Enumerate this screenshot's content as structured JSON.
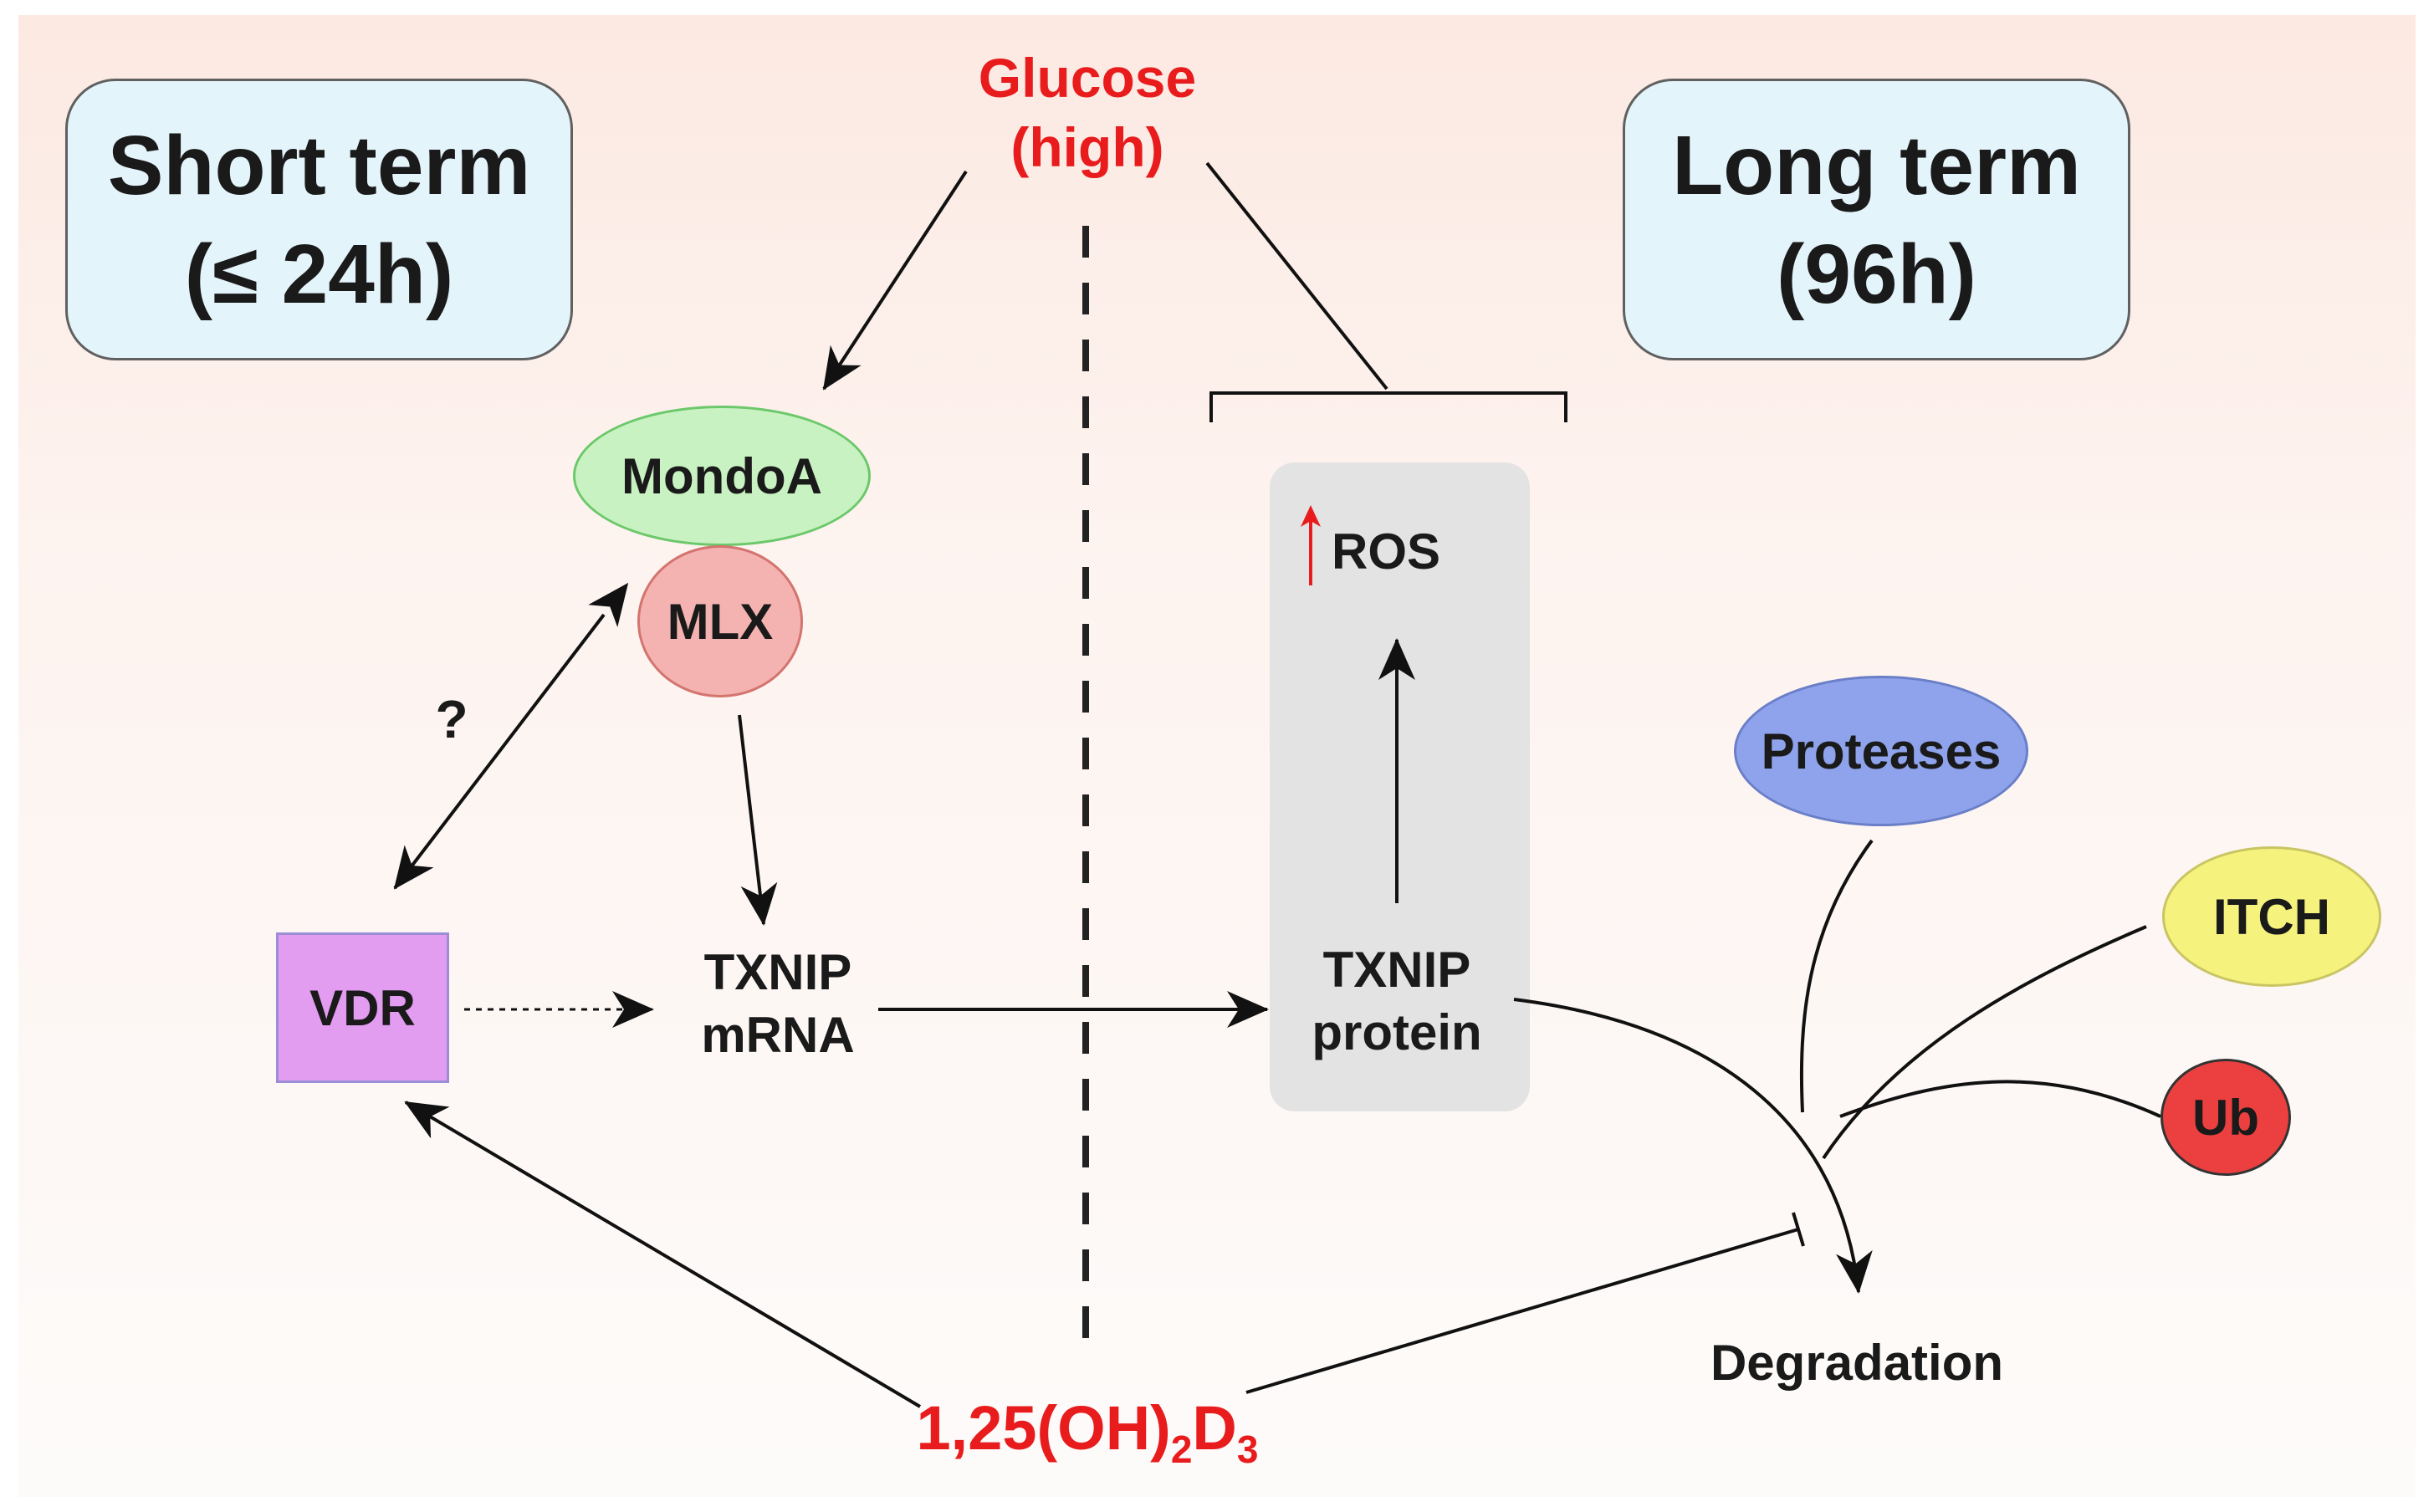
{
  "short_term": {
    "line1": "Short term",
    "line2": "(≤ 24h)"
  },
  "long_term": {
    "line1": "Long term",
    "line2": "(96h)"
  },
  "glucose": {
    "line1": "Glucose",
    "line2": "(high)"
  },
  "nodes": {
    "mondoa": "MondoA",
    "mlx": "MLX",
    "vdr": "VDR",
    "question": "?",
    "txnip_mrna": {
      "line1": "TXNIP",
      "line2": "mRNA"
    },
    "txnip_protein": {
      "line1": "TXNIP",
      "line2": "protein"
    },
    "ros": "ROS",
    "proteases": "Proteases",
    "itch": "ITCH",
    "ub": "Ub",
    "degradation": "Degradation"
  },
  "vitamin_d": {
    "base": "1,25(OH)",
    "sub1": "2",
    "mid": "D",
    "sub2": "3"
  },
  "colors": {
    "red_text": "#e81c1c",
    "mondoa_fill": "#c9f2c2",
    "mlx_fill": "#f4b3b1",
    "vdr_fill": "#e29cf0",
    "proteases_fill": "#8ea3ec",
    "itch_fill": "#f6f27e",
    "ub_fill": "#ec4040",
    "term_box_fill": "#e4f4fb",
    "ros_panel_fill": "#e3e3e3"
  }
}
